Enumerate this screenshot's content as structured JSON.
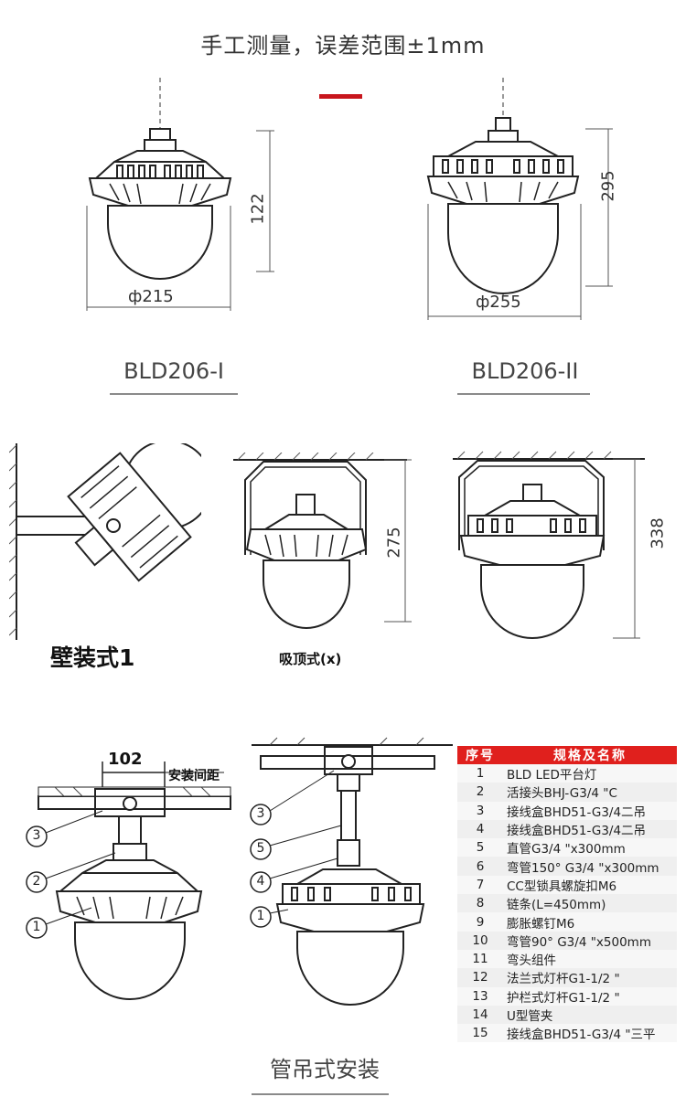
{
  "header": {
    "title": "手工测量，误差范围±1mm"
  },
  "models": [
    {
      "name": "BLD206-I",
      "diameter": "ф215",
      "height": "122"
    },
    {
      "name": "BLD206-II",
      "diameter": "ф255",
      "height": "295"
    }
  ],
  "mounts": {
    "wall_label": "壁装式1",
    "ceiling_label": "吸顶式(x)",
    "ceiling_height": "275",
    "pendant_height": "338"
  },
  "pipe": {
    "spacing": "102",
    "spacing_label": "安装间距",
    "title": "管吊式安装",
    "callouts": [
      "3",
      "2",
      "1",
      "3",
      "5",
      "4",
      "1"
    ]
  },
  "parts_table": {
    "headers": [
      "序号",
      "规格及名称"
    ],
    "rows": [
      {
        "no": "1",
        "desc": "BLD      LED平台灯"
      },
      {
        "no": "2",
        "desc": "活接头BHJ-G3/4 \"C"
      },
      {
        "no": "3",
        "desc": "接线盒BHD51-G3/4二吊"
      },
      {
        "no": "4",
        "desc": "接线盒BHD51-G3/4二吊"
      },
      {
        "no": "5",
        "desc": "直管G3/4 \"x300mm"
      },
      {
        "no": "6",
        "desc": "弯管150° G3/4 \"x300mm"
      },
      {
        "no": "7",
        "desc": "CC型锁具螺旋扣M6"
      },
      {
        "no": "8",
        "desc": "链条(L=450mm)"
      },
      {
        "no": "9",
        "desc": "膨胀螺钉M6"
      },
      {
        "no": "10",
        "desc": "弯管90° G3/4 \"x500mm"
      },
      {
        "no": "11",
        "desc": "弯头组件"
      },
      {
        "no": "12",
        "desc": "法兰式灯杆G1-1/2 \""
      },
      {
        "no": "13",
        "desc": "护栏式灯杆G1-1/2 \""
      },
      {
        "no": "14",
        "desc": "U型管夹"
      },
      {
        "no": "15",
        "desc": "接线盒BHD51-G3/4 \"三平"
      }
    ]
  }
}
